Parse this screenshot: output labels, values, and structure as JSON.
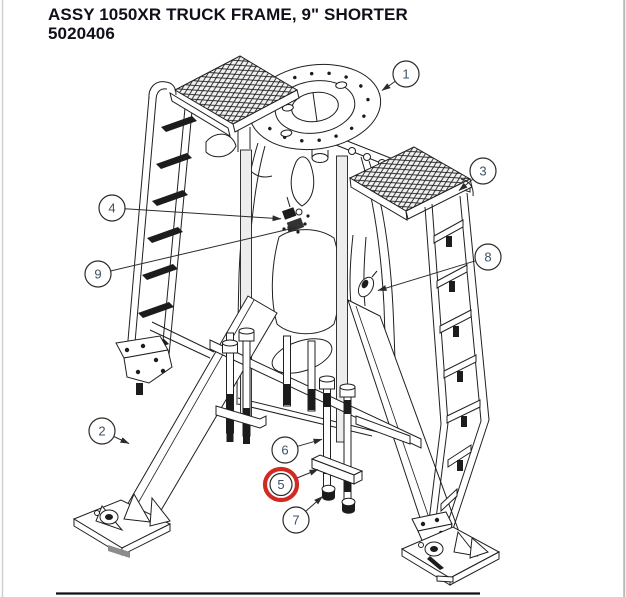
{
  "title": {
    "line1": "ASSY 1050XR TRUCK FRAME, 9\" SHORTER",
    "line2": "5020406"
  },
  "diagram": {
    "type": "isometric parts drawing",
    "subject": "truck frame assembly with numbered part callouts",
    "line_color": "#1f1f1f",
    "background": "#ffffff"
  },
  "callouts": [
    {
      "number": "1"
    },
    {
      "number": "2"
    },
    {
      "number": "3"
    },
    {
      "number": "4"
    },
    {
      "number": "5",
      "highlighted": true
    },
    {
      "number": "6"
    },
    {
      "number": "7"
    },
    {
      "number": "8"
    },
    {
      "number": "9"
    }
  ],
  "highlight": {
    "callout": "5",
    "color": "#d02a22",
    "shape": "ellipse"
  },
  "balloon": {
    "number_color": "#3d5166",
    "stroke_color": "#2b2b2b",
    "fill": "#ffffff"
  }
}
